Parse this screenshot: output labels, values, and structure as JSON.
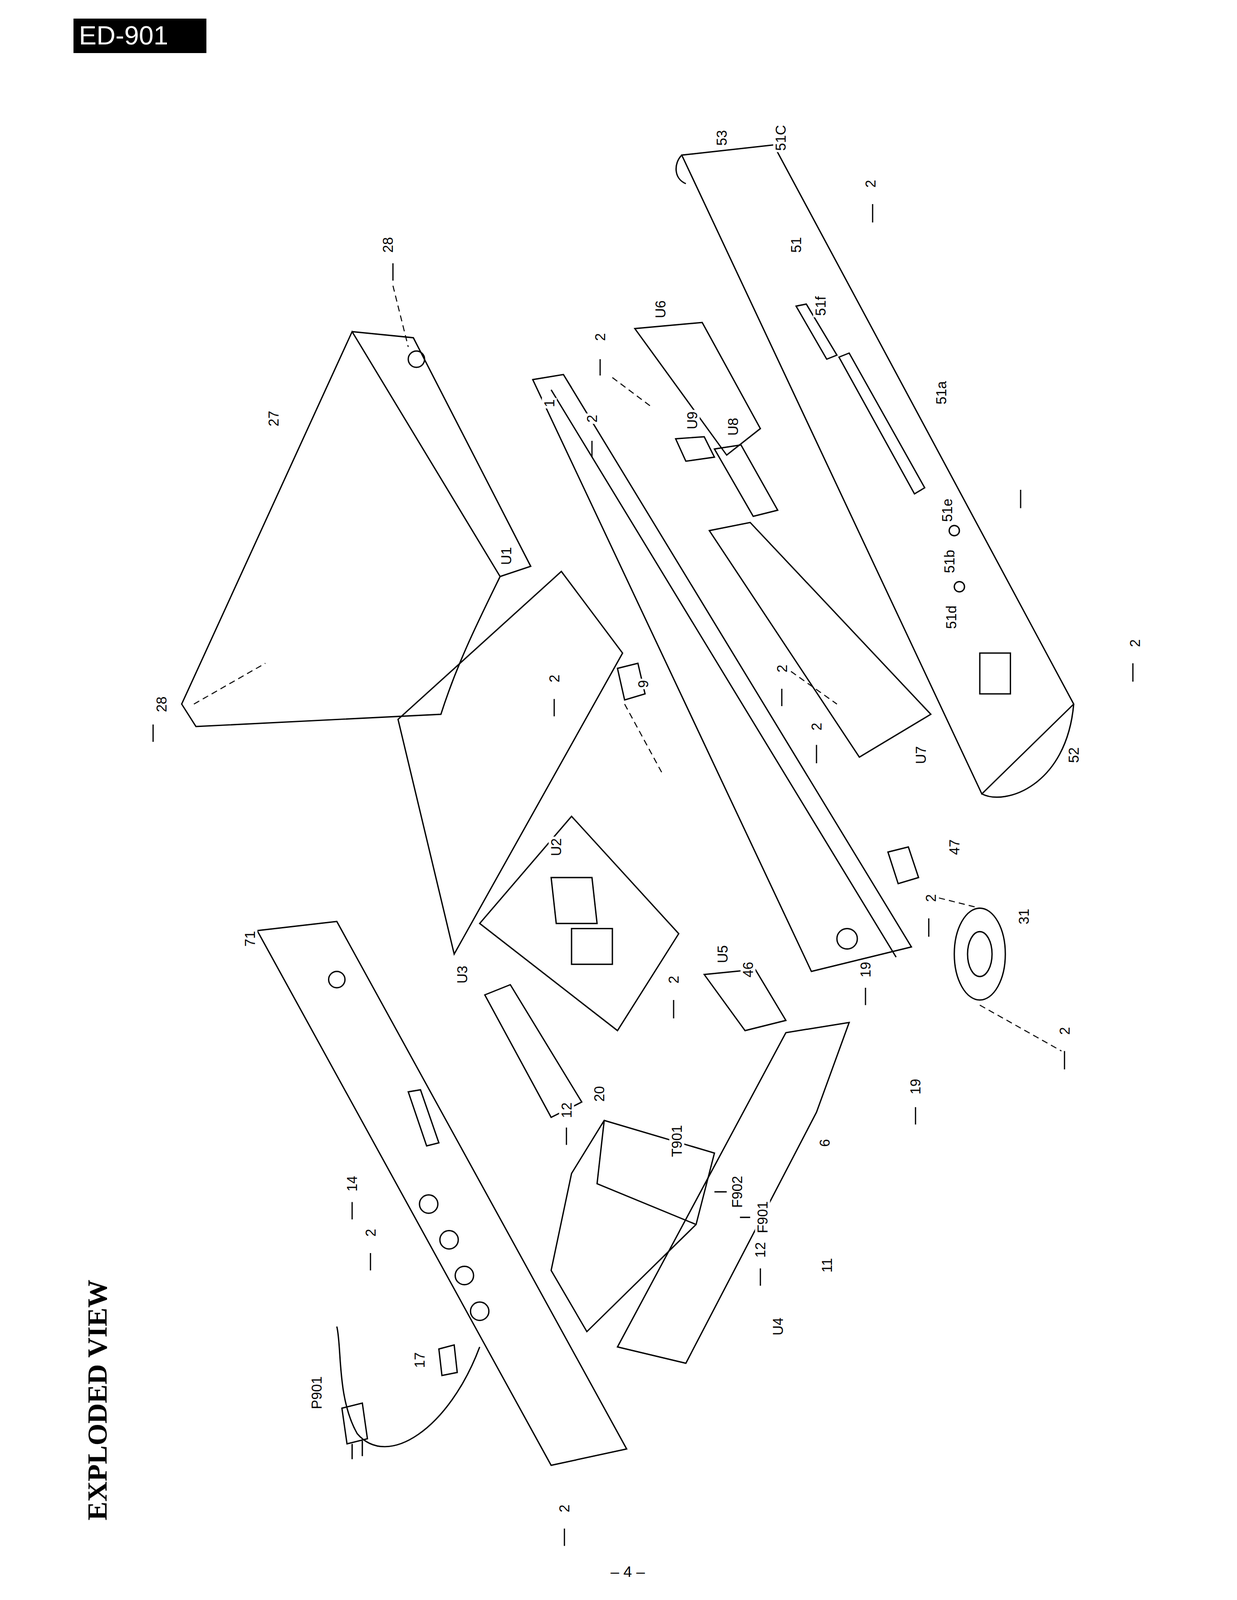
{
  "diagram": {
    "title": "EXPLODED VIEW",
    "nodes": [
      {
        "text": [
          "ED-901"
        ]
      }
    ],
    "labels": [
      "28",
      "28",
      "27",
      "U1",
      "1",
      "2",
      "U6",
      "2",
      "U9",
      "U8",
      "53",
      "51C",
      "2",
      "51",
      "51f",
      "51a",
      "51e",
      "51b",
      "51d",
      "2",
      "52",
      "U7",
      "2",
      "2",
      "2",
      "9",
      "U2",
      "47",
      "2",
      "31",
      "2",
      "19",
      "19",
      "46",
      "U5",
      "2",
      "20",
      "12",
      "6",
      "U3",
      "71",
      "14",
      "2",
      "T901",
      "F902",
      "F901",
      "12",
      "11",
      "U4",
      "P901",
      "17",
      "2",
      "– 4 –"
    ]
  }
}
